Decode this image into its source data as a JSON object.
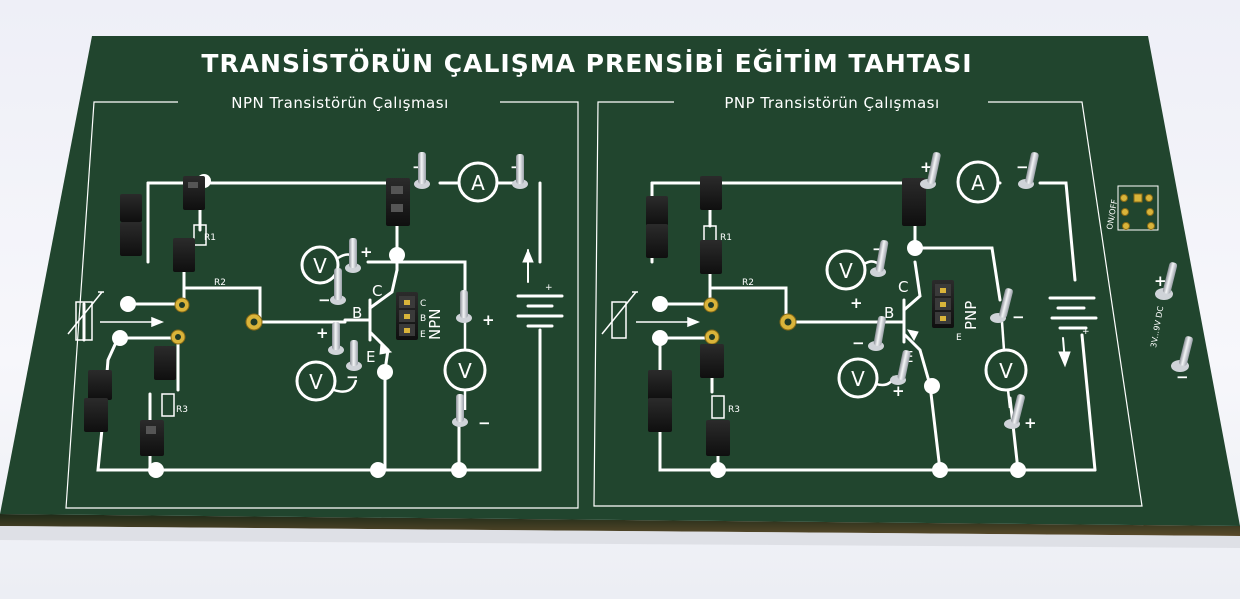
{
  "board": {
    "title": "TRANSİSTÖRÜN ÇALIŞMA PRENSİBİ EĞİTİM TAHTASI",
    "pcb_color": "#21452e",
    "silk_color": "#ffffff",
    "pad_color": "#d9b43a"
  },
  "npn": {
    "title": "NPN Transistörün Çalışması",
    "r1": "R1",
    "r2": "R2",
    "r3": "R3",
    "collector": "C",
    "base": "B",
    "emitter": "E",
    "transistor_type": "NPN",
    "pin_c": "C",
    "pin_b": "B",
    "pin_e": "E",
    "ammeter": "A",
    "voltmeter_be": "V",
    "voltmeter_ce": "V",
    "voltmeter_out": "V",
    "plus": "+",
    "minus": "−"
  },
  "pnp": {
    "title": "PNP Transistörün Çalışması",
    "r1": "R1",
    "r2": "R2",
    "r3": "R3",
    "collector": "C",
    "base": "B",
    "emitter": "E",
    "transistor_type": "PNP",
    "pin_e": "E",
    "ammeter": "A",
    "voltmeter_cb": "V",
    "voltmeter_be": "V",
    "voltmeter_out": "V",
    "plus": "+",
    "minus": "−"
  },
  "power": {
    "switch_label": "ON/OFF",
    "supply_label": "3V...9V DC",
    "plus": "+",
    "minus": "−"
  }
}
